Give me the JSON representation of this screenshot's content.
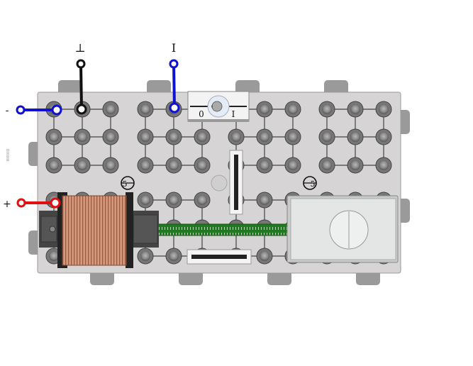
{
  "terminals": {
    "ground_symbol": "⊥",
    "input_symbol": "I",
    "minus_label": "-",
    "plus_label": "+"
  },
  "switch": {
    "off_label": "0",
    "on_label": "I"
  },
  "bracket_markers": [
    {
      "label": "5",
      "side": "left"
    },
    {
      "label": "5",
      "side": "right"
    }
  ],
  "colors": {
    "board": "#d6d4d4",
    "socket": "#8a8a8a",
    "wire_black": "#111111",
    "wire_blue": "#1010d0",
    "wire_red": "#e01010",
    "coil_copper": "#c98a6e",
    "rod_green": "#1f7a1f",
    "lamp_box": "#e4e6e6"
  },
  "icons": {
    "coil": "coil-icon",
    "lamp_box": "lamp-box-icon",
    "switch": "toggle-switch-icon",
    "resistor": "resistor-icon"
  }
}
